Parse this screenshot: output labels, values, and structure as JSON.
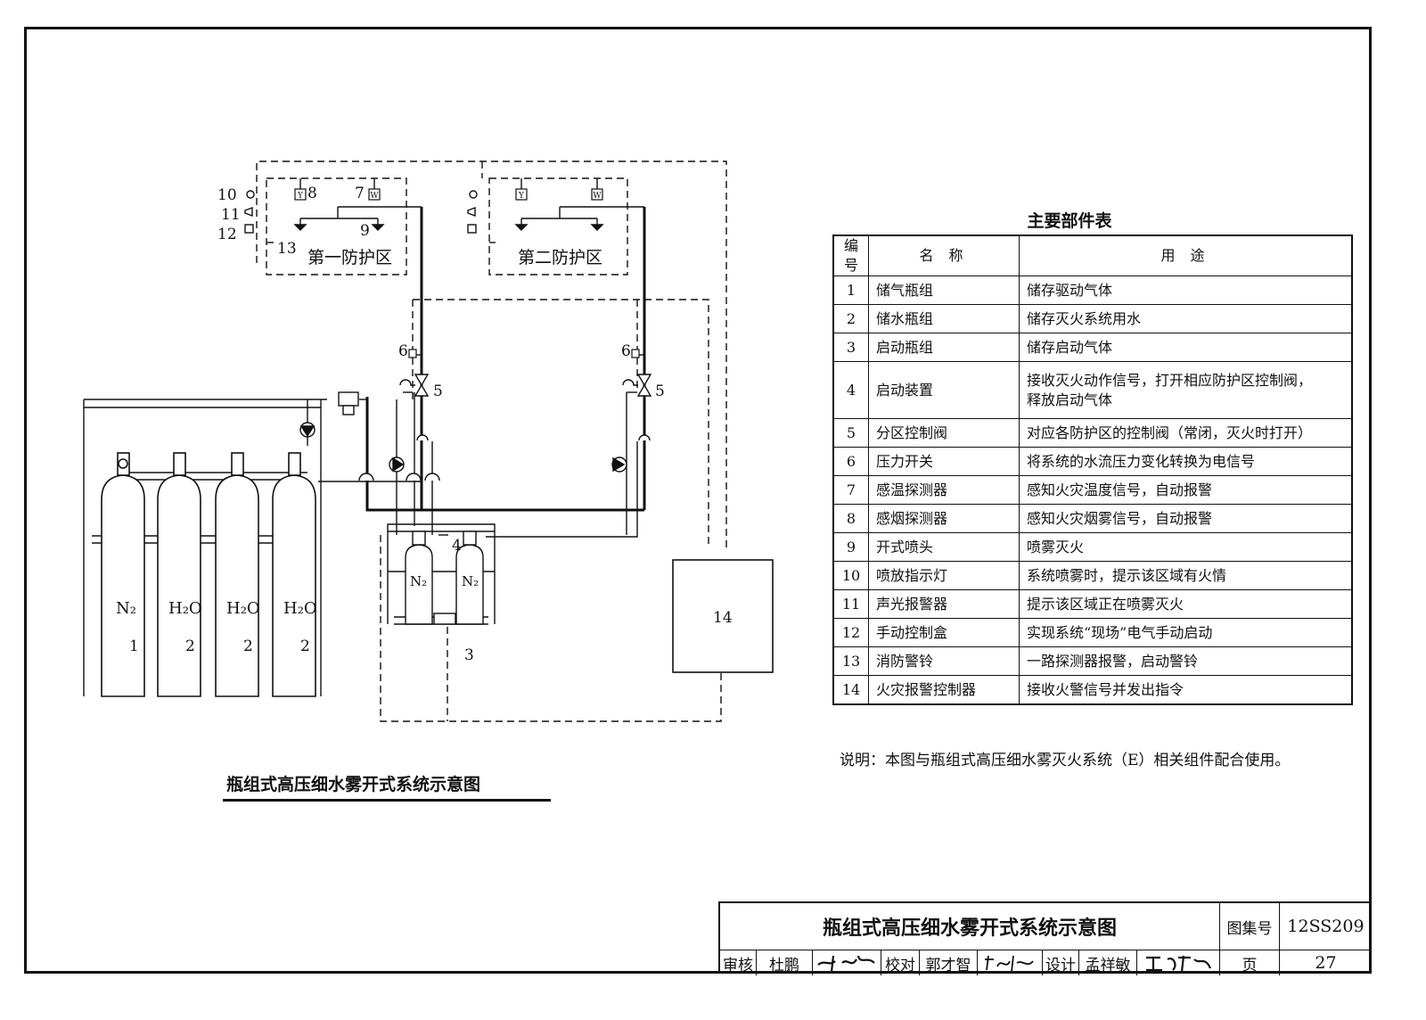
{
  "drawing_caption": "瓶组式高压细水雾开式系统示意图",
  "zones": {
    "zone1": "第一防护区",
    "zone2": "第二防护区"
  },
  "callouts": {
    "n1": "1",
    "n2": "2",
    "n3": "3",
    "n4": "4",
    "n5": "5",
    "n6": "6",
    "n7": "7",
    "n8": "8",
    "n9": "9",
    "n10": "10",
    "n11": "11",
    "n12": "12",
    "n13": "13",
    "n14": "14"
  },
  "cylinder_labels": {
    "n2": "N₂",
    "h2o": "H₂O"
  },
  "detector_labels": {
    "smoke": "Y",
    "temp": "W"
  },
  "parts_table": {
    "title": "主要部件表",
    "headers": [
      "编号",
      "名 称",
      "用 途"
    ],
    "rows": [
      {
        "no": "1",
        "name": "储气瓶组",
        "use": "储存驱动气体"
      },
      {
        "no": "2",
        "name": "储水瓶组",
        "use": "储存灭火系统用水"
      },
      {
        "no": "3",
        "name": "启动瓶组",
        "use": "储存启动气体"
      },
      {
        "no": "4",
        "name": "启动装置",
        "use": "接收灭火动作信号，打开相应防护区控制阀，",
        "use2": "释放启动气体"
      },
      {
        "no": "5",
        "name": "分区控制阀",
        "use": "对应各防护区的控制阀（常闭，灭火时打开）"
      },
      {
        "no": "6",
        "name": "压力开关",
        "use": "将系统的水流压力变化转换为电信号"
      },
      {
        "no": "7",
        "name": "感温探测器",
        "use": "感知火灾温度信号，自动报警"
      },
      {
        "no": "8",
        "name": "感烟探测器",
        "use": "感知火灾烟雾信号，自动报警"
      },
      {
        "no": "9",
        "name": "开式喷头",
        "use": "喷雾灭火"
      },
      {
        "no": "10",
        "name": "喷放指示灯",
        "use": "系统喷雾时，提示该区域有火情"
      },
      {
        "no": "11",
        "name": "声光报警器",
        "use": "提示该区域正在喷雾灭火"
      },
      {
        "no": "12",
        "name": "手动控制盒",
        "use": "实现系统“现场”电气手动启动"
      },
      {
        "no": "13",
        "name": "消防警铃",
        "use": "一路探测器报警，启动警铃"
      },
      {
        "no": "14",
        "name": "火灾报警控制器",
        "use": "接收火警信号并发出指令"
      }
    ]
  },
  "note": "说明：本图与瓶组式高压细水雾灭火系统（E）相关组件配合使用。",
  "title_block": {
    "title": "瓶组式高压细水雾开式系统示意图",
    "atlas_label": "图集号",
    "atlas_no": "12SS209",
    "review_label": "审核",
    "reviewer": "杜鹏",
    "check_label": "校对",
    "checker": "郭才智",
    "design_label": "设计",
    "designer": "孟祥敏",
    "page_label": "页",
    "page_no": "27"
  }
}
